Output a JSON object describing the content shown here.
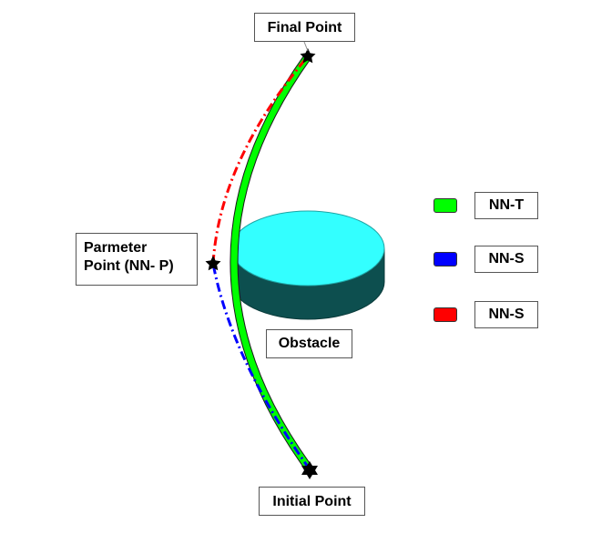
{
  "labels": {
    "final_point": "Final Point",
    "initial_point": "Initial Point",
    "parameter_point_line1": "Parmeter",
    "parameter_point_line2": "Point (NN- P)",
    "obstacle": "Obstacle"
  },
  "legend": [
    {
      "label": "NN-T",
      "color": "#00ff00"
    },
    {
      "label": "NN-S",
      "color": "#0000ff"
    },
    {
      "label": "NN-S",
      "color": "#ff0000"
    }
  ],
  "colors": {
    "obstacle_top": "#33ffff",
    "obstacle_side": "#0d4f4f",
    "path_outer": "#00ff00",
    "path_lower_dash": "#0000ff",
    "path_upper_dash": "#ff0000",
    "marker": "#000000"
  },
  "icons": {
    "waypoint_marker": "star-icon"
  }
}
